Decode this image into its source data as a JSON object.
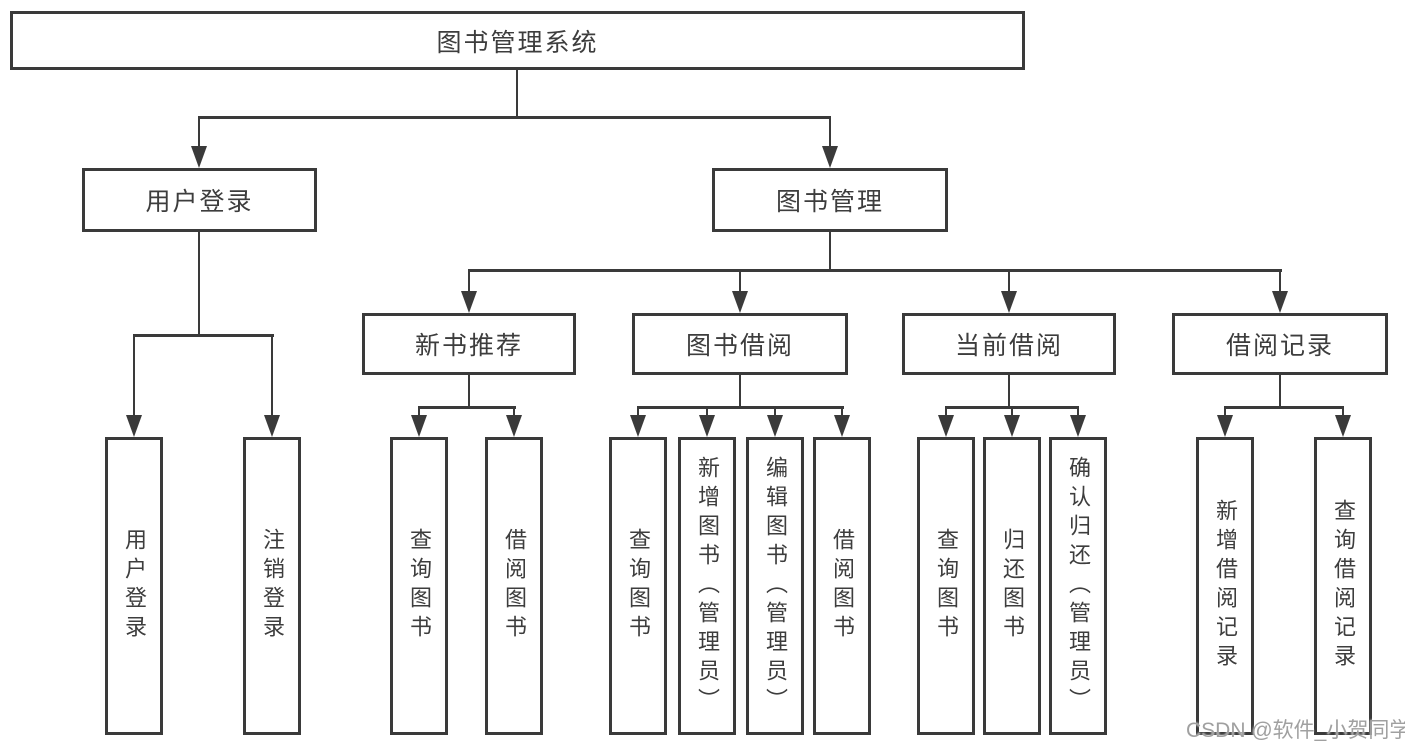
{
  "tree": {
    "root": "图书管理系统",
    "user_login": {
      "label": "用户登录",
      "children": [
        "用户登录",
        "注销登录"
      ]
    },
    "book_mgmt": {
      "label": "图书管理",
      "groups": {
        "new_books": {
          "label": "新书推荐",
          "children": [
            "查询图书",
            "借阅图书"
          ]
        },
        "book_borrow": {
          "label": "图书借阅",
          "children": [
            "查询图书",
            "新增图书（管理员）",
            "编辑图书（管理员）",
            "借阅图书"
          ]
        },
        "current_borrow": {
          "label": "当前借阅",
          "children": [
            "查询图书",
            "归还图书",
            "确认归还（管理员）"
          ]
        },
        "borrow_records": {
          "label": "借阅记录",
          "children": [
            "新增借阅记录",
            "查询借阅记录"
          ]
        }
      }
    }
  },
  "watermark": "CSDN @软件_小贺同学",
  "colors": {
    "line": "#3a3a3a",
    "text": "#3d3d3d",
    "box_bg": "#ffffff",
    "watermark": "#a0a0a0"
  }
}
